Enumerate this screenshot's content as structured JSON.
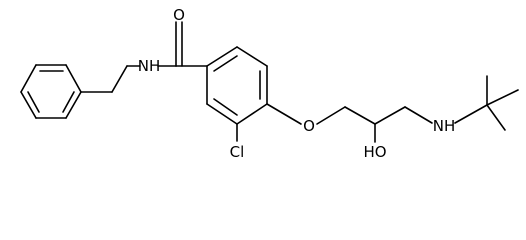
{
  "structure": {
    "atoms": {
      "carbonyl_oxygen": "O",
      "amide_nitrogen": "NH",
      "chlorine": "Cl",
      "ether_oxygen": "O",
      "hydroxyl": "OH",
      "hydroxyl_h": "HO",
      "amine_nitrogen": "NH",
      "amine_h": "H",
      "amine_n": "N"
    }
  }
}
